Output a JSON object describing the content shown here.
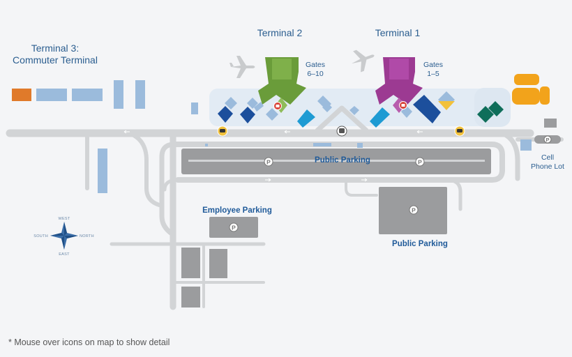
{
  "terminals": {
    "t1": "Terminal 1",
    "t2": "Terminal 2",
    "t3_line1": "Terminal 3:",
    "t3_line2": "Commuter Terminal"
  },
  "gates": {
    "t2_line1": "Gates",
    "t2_line2": "6–10",
    "t1_line1": "Gates",
    "t1_line2": "1–5"
  },
  "parking": {
    "public_main": "Public Parking",
    "public_south": "Public Parking",
    "employee": "Employee Parking",
    "parking_symbol": "P"
  },
  "cell_lot": {
    "line1": "Cell",
    "line2": "Phone Lot"
  },
  "compass": {
    "west": "WEST",
    "east": "EAST",
    "north": "NORTH",
    "south": "SOUTH"
  },
  "footnote": "* Mouse over icons on map to show detail",
  "colors": {
    "terminal1": "#9c3a92",
    "terminal2": "#6a9c3a",
    "commuter": "#e07a2a",
    "cell_lot": "#f2a31b",
    "road": "#d2d4d6",
    "parking_lot": "#9b9c9e",
    "building_light": "#9bbbdc",
    "building_dark": "#1c4f9c",
    "building_teal": "#1e9bd3",
    "building_green": "#0f6e5a",
    "apron": "#e2ebf4",
    "label_blue": "#1f5a99"
  },
  "icons": [
    "airplane-icon",
    "taxi-icon",
    "bus-icon",
    "baggage-icon",
    "parking-icon",
    "compass-icon"
  ]
}
